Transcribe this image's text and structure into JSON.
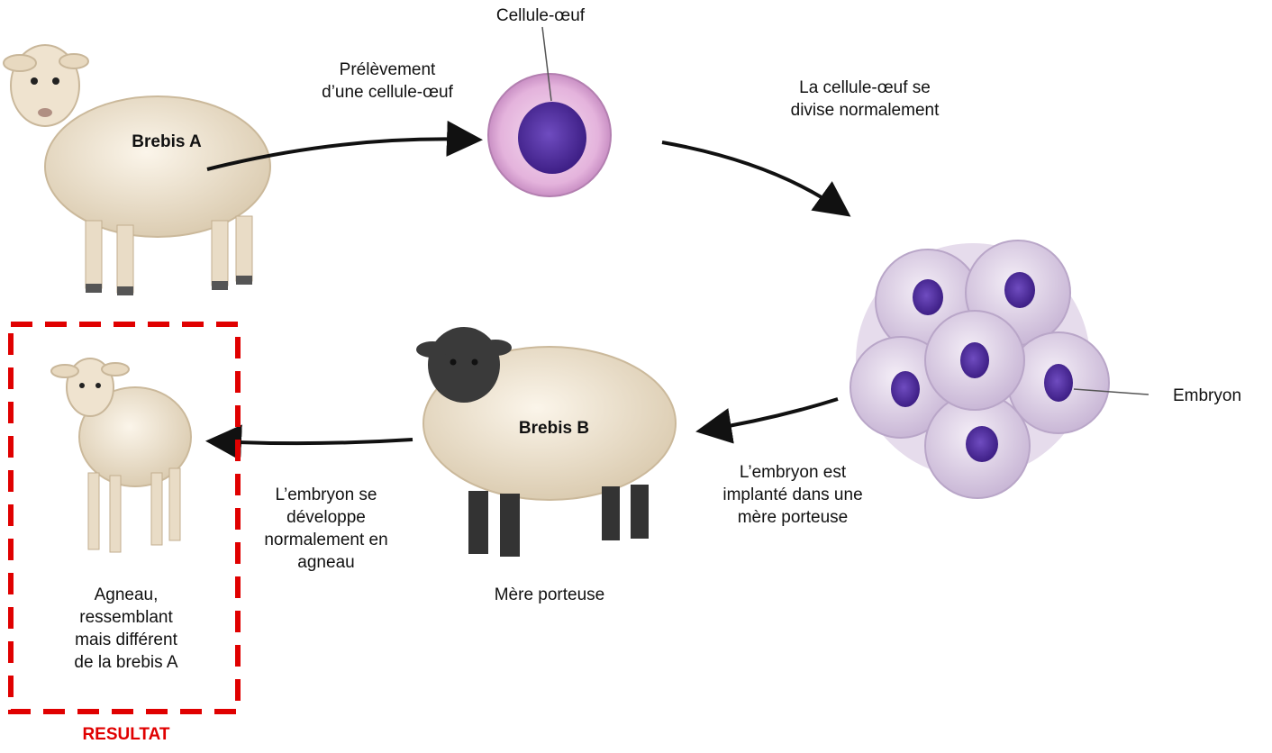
{
  "labels": {
    "egg_cell_top": "Cellule-œuf",
    "sampling": [
      "Prélèvement",
      "d’une cellule-œuf"
    ],
    "divides": [
      "La cellule-œuf se",
      "divise normalement"
    ],
    "ewe_a": "Brebis A",
    "ewe_b": "Brebis B",
    "embryo": "Embryon",
    "implanted": [
      "L’embryon est",
      "implanté dans une",
      "mère porteuse"
    ],
    "develops": [
      "L’embryon se",
      "développe",
      "normalement en",
      "agneau"
    ],
    "surrogate": "Mère porteuse",
    "lamb": [
      "Agneau,",
      "ressemblant",
      "mais différent",
      "de la brebis A"
    ],
    "result": "RESULTAT"
  },
  "colors": {
    "result_red": "#e00000",
    "cell_pink": "#e8b8e0",
    "nucleus_purple": "#5a2fa8",
    "wool": "#f1e7d6",
    "dark_face": "#333333"
  }
}
